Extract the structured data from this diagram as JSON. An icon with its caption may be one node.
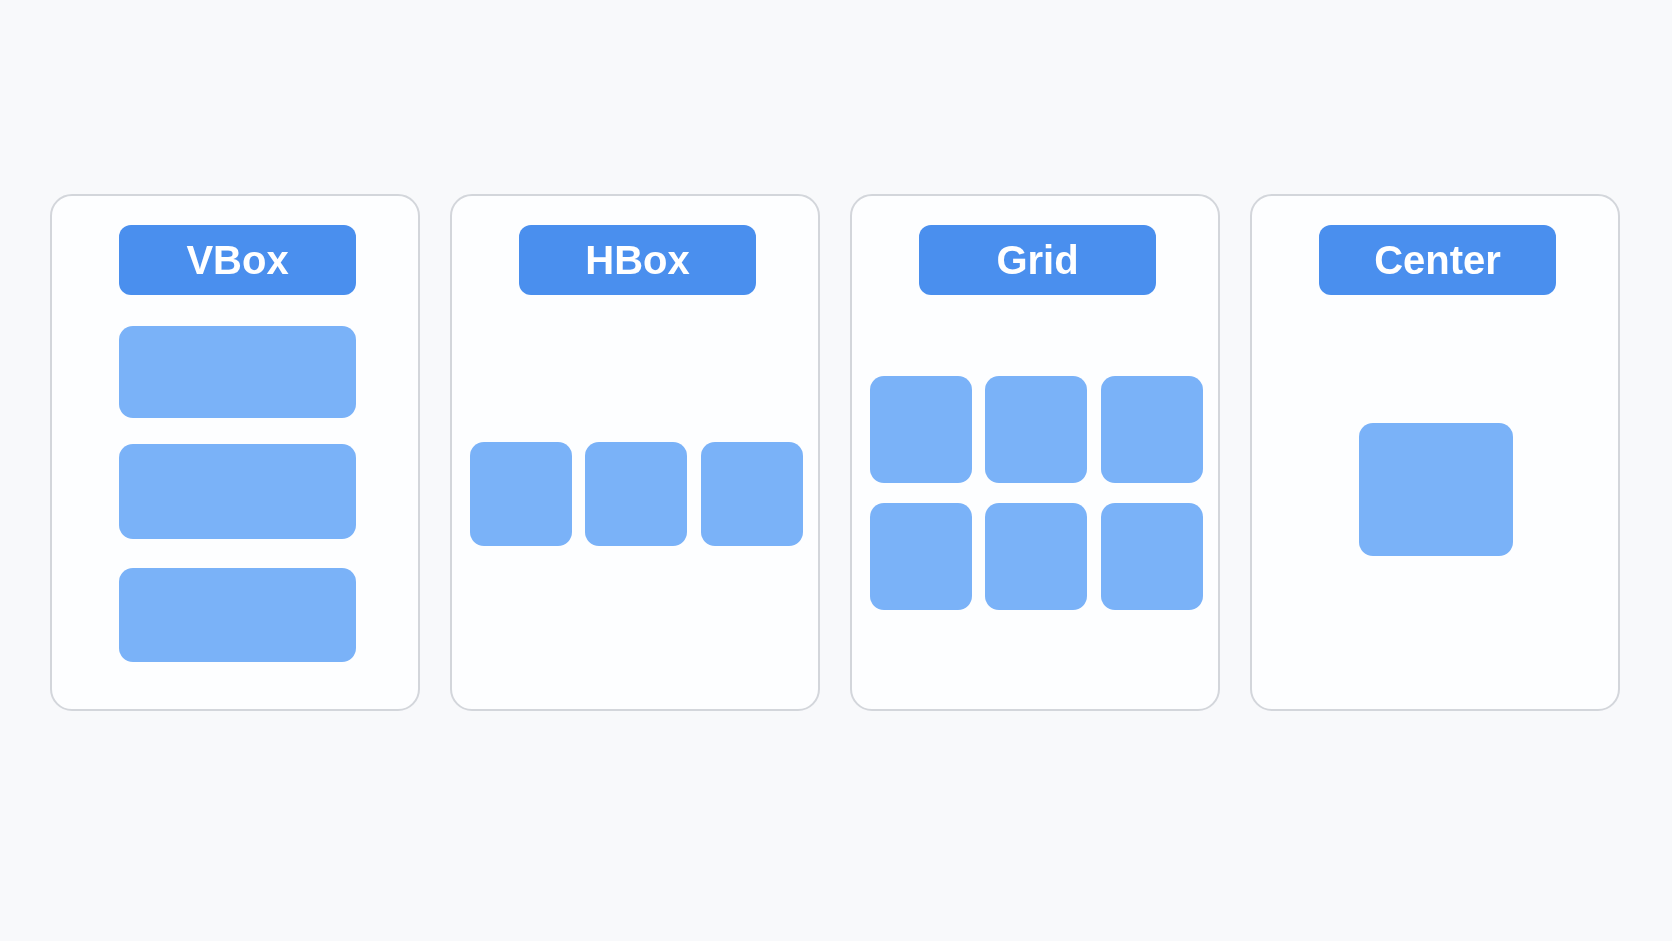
{
  "diagram": {
    "nodes": [
      {
        "text": [],
        "shape": "box"
      },
      {
        "text": [
          "VBox"
        ],
        "in": 0
      },
      {
        "text": [],
        "shape": "box",
        "in": 0
      },
      {
        "text": [],
        "shape": "box",
        "in": 0
      },
      {
        "text": [],
        "shape": "box",
        "in": 0
      },
      {
        "text": [],
        "shape": "box"
      },
      {
        "text": [
          "HBox"
        ],
        "in": 5
      },
      {
        "text": [],
        "shape": "box",
        "in": 5
      },
      {
        "text": [],
        "shape": "box",
        "in": 5
      },
      {
        "text": [],
        "shape": "box",
        "in": 5
      },
      {
        "text": [],
        "shape": "box"
      },
      {
        "text": [
          "Grid"
        ],
        "in": 10
      },
      {
        "text": [],
        "shape": "box",
        "in": 10
      },
      {
        "text": [],
        "shape": "box",
        "in": 10
      },
      {
        "text": [],
        "shape": "box",
        "in": 10
      },
      {
        "text": [],
        "shape": "box",
        "in": 10
      },
      {
        "text": [],
        "shape": "box",
        "in": 10
      },
      {
        "text": [],
        "shape": "box",
        "in": 10
      },
      {
        "text": [],
        "shape": "box"
      },
      {
        "text": [
          "Center"
        ],
        "in": 18
      },
      {
        "text": [],
        "shape": "box",
        "in": 18
      }
    ],
    "edges": []
  }
}
